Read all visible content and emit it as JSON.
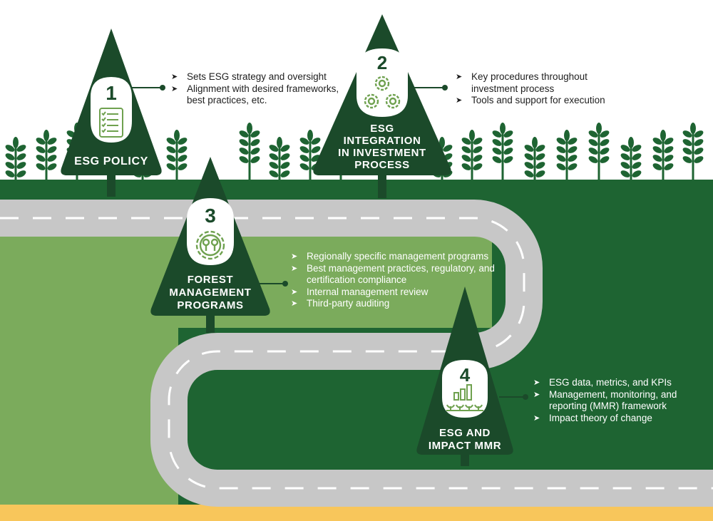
{
  "colors": {
    "dark_green": "#1b4a2a",
    "mid_green": "#1e6432",
    "light_green": "#7bab5c",
    "road_gray": "#c7c7c7",
    "ground_yellow": "#f8c65b",
    "icon_green": "#6fa14f"
  },
  "stages": [
    {
      "number": "1",
      "title_lines": [
        "ESG POLICY"
      ],
      "icon": "checklist-scroll-icon",
      "bullets": [
        "Sets ESG strategy and oversight",
        "Alignment with desired frameworks, best practices, etc."
      ]
    },
    {
      "number": "2",
      "title_lines": [
        "ESG",
        "INTEGRATION",
        "IN INVESTMENT",
        "PROCESS"
      ],
      "icon": "gears-icon",
      "bullets": [
        "Key procedures throughout investment process",
        "Tools and support for execution"
      ]
    },
    {
      "number": "3",
      "title_lines": [
        "FOREST",
        "MANAGEMENT",
        "PROGRAMS"
      ],
      "icon": "gear-trees-icon",
      "bullets": [
        "Regionally specific management programs",
        "Best management practices, regulatory, and certification compliance",
        "Internal management review",
        "Third-party auditing"
      ]
    },
    {
      "number": "4",
      "title_lines": [
        "ESG AND",
        "IMPACT MMR"
      ],
      "icon": "bar-chart-seedlings-icon",
      "bullets": [
        "ESG data, metrics, and KPIs",
        "Management, monitoring, and reporting (MMR) framework",
        "Impact theory of change"
      ]
    }
  ]
}
